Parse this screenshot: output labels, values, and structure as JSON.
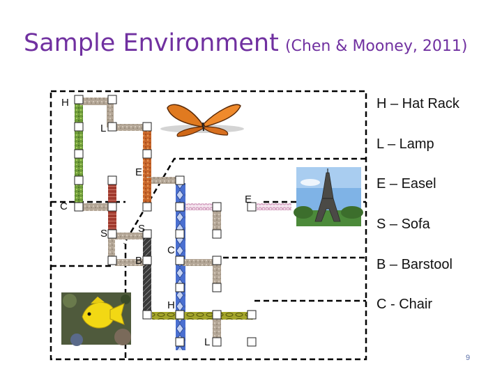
{
  "title": {
    "main": "Sample Environment",
    "citation": "(Chen & Mooney, 2011)"
  },
  "legend": [
    {
      "code": "H",
      "text": "H – Hat Rack"
    },
    {
      "code": "L",
      "text": "L – Lamp"
    },
    {
      "code": "E",
      "text": "E – Easel"
    },
    {
      "code": "S",
      "text": "S – Sofa"
    },
    {
      "code": "B",
      "text": "B – Barstool"
    },
    {
      "code": "C",
      "text": "C - Chair"
    }
  ],
  "map_labels": {
    "h1": "H",
    "l1": "L",
    "e1": "E",
    "e2": "E",
    "c1": "C",
    "s1": "S",
    "s2": "S",
    "c2": "C",
    "b1": "B",
    "h2": "H",
    "l2": "L"
  },
  "page_number": "9",
  "colors": {
    "title": "#7030a0",
    "floor_green": "#6f9c3a",
    "floor_orange": "#c8662a",
    "floor_brick": "#a13a2e",
    "floor_blue": "#4a6fd0",
    "floor_pink": "#d9a6c4",
    "floor_gray": "#a89c8c",
    "floor_black": "#333333",
    "floor_olive": "#9a9a1e"
  },
  "icons": [
    "butterfly-picture",
    "eiffel-tower-picture",
    "yellow-fish-picture"
  ]
}
